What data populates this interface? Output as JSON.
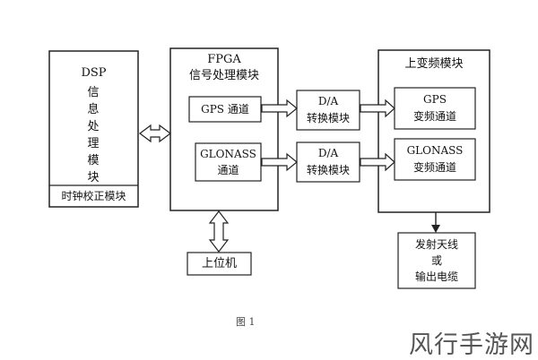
{
  "dsp": {
    "title": "DSP",
    "chars": [
      "信",
      "息",
      "处",
      "理",
      "模",
      "块"
    ],
    "clock": "时钟校正模块"
  },
  "fpga": {
    "title": "FPGA",
    "subtitle": "信号处理模块",
    "gps": "GPS 通道",
    "glonass_1": "GLONASS",
    "glonass_2": "通道"
  },
  "da1": {
    "line1": "D/A",
    "line2": "转换模块"
  },
  "da2": {
    "line1": "D/A",
    "line2": "转换模块"
  },
  "upconv": {
    "title": "上变频模块",
    "gps_1": "GPS",
    "gps_2": "变频通道",
    "glonass_1": "GLONASS",
    "glonass_2": "变频通道"
  },
  "host": "上位机",
  "output": {
    "line1": "发射天线",
    "line2": "或",
    "line3": "输出电缆"
  },
  "caption": "图 1",
  "watermark": "风行手游网"
}
